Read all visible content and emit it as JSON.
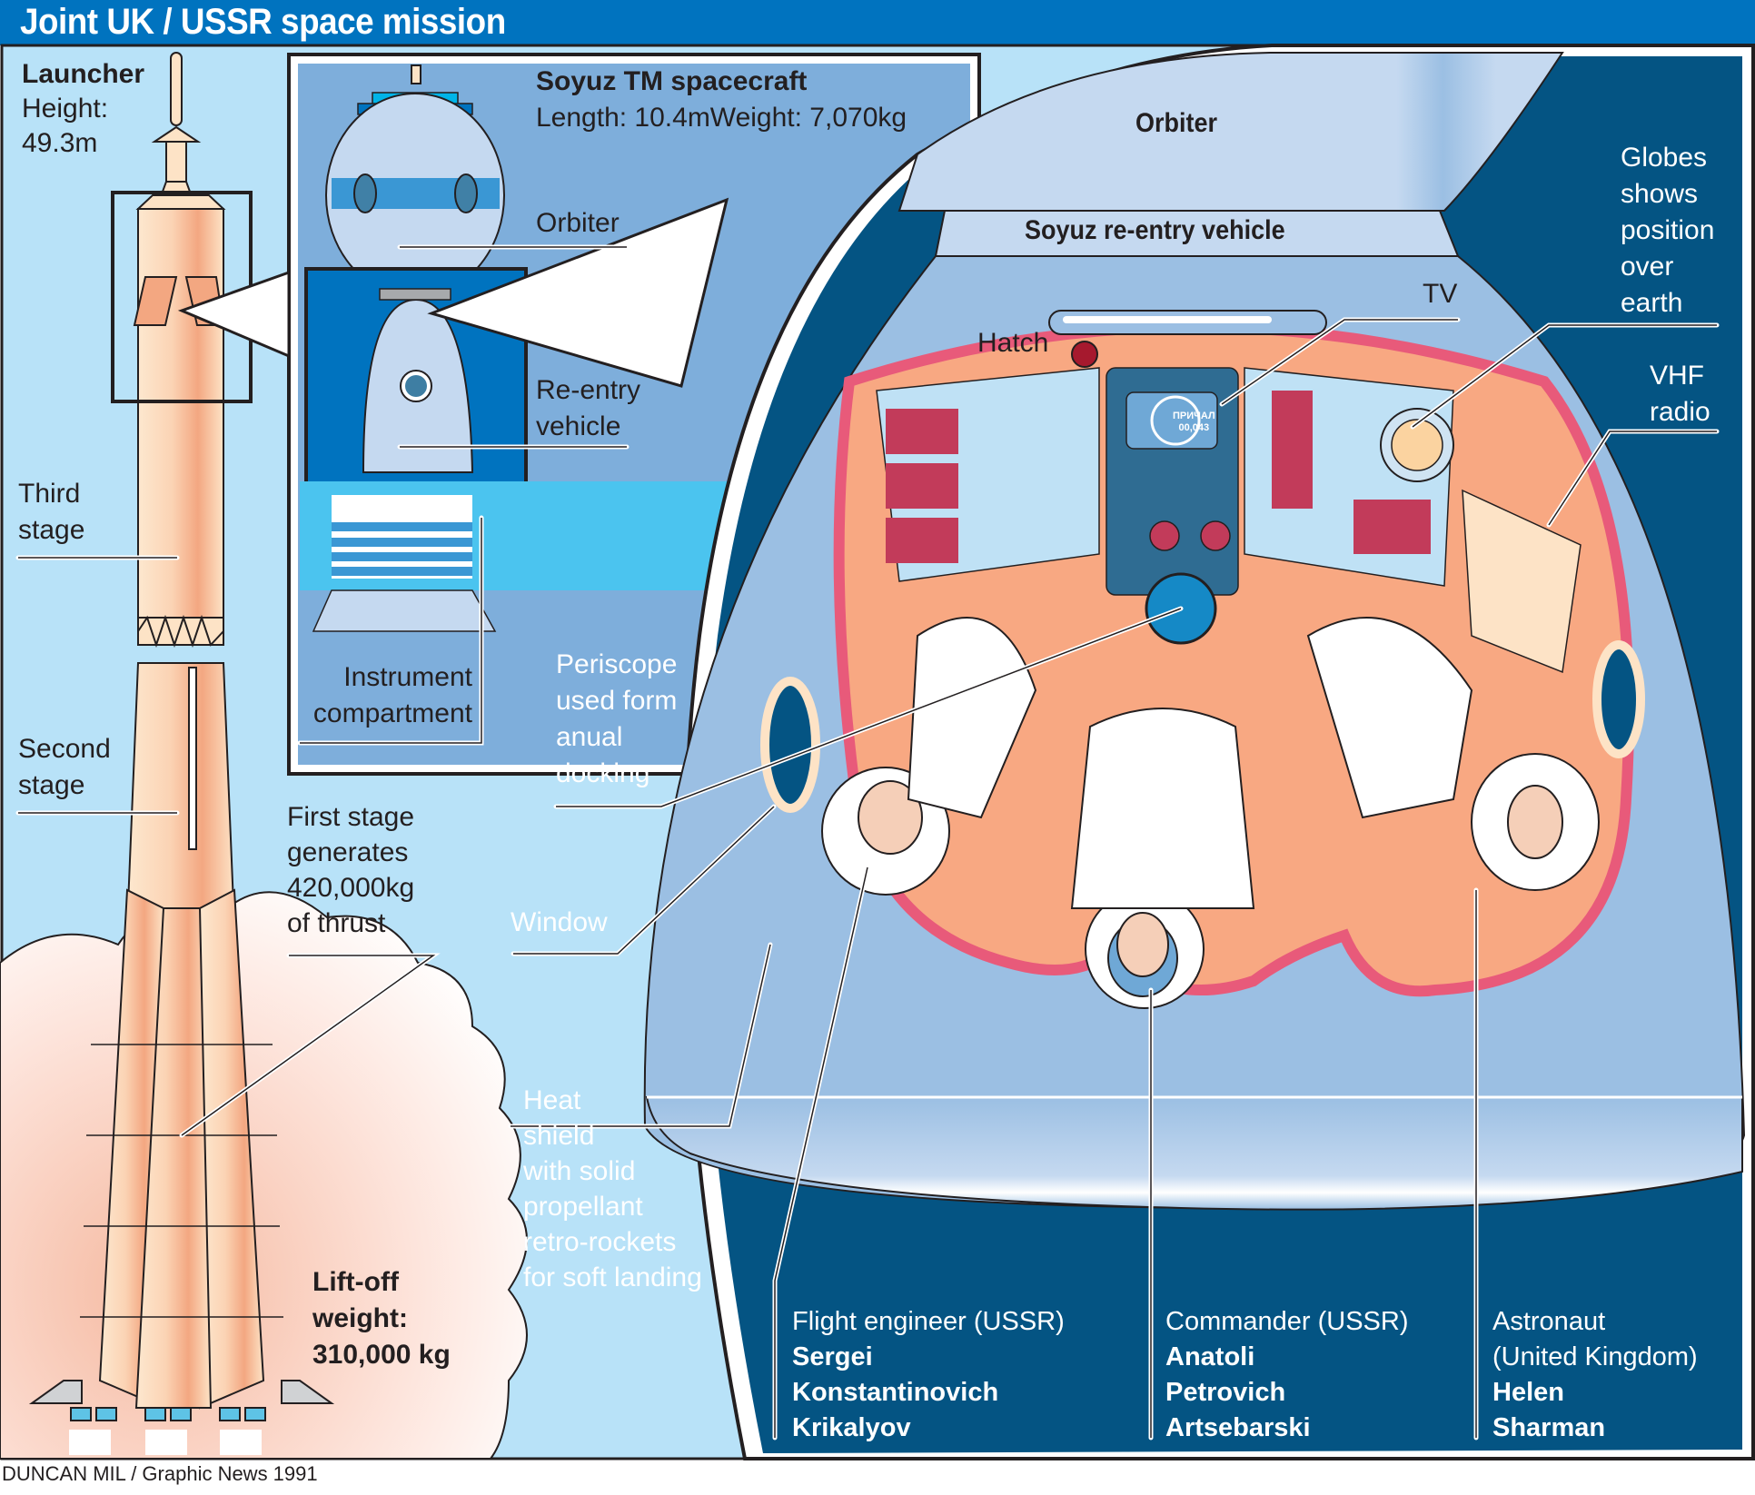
{
  "header": {
    "title": "Joint UK / USSR space mission"
  },
  "launcher": {
    "heading": "Launcher",
    "height_label": "Height:",
    "height_value": "49.3m",
    "third_stage": [
      "Third",
      "stage"
    ],
    "second_stage": [
      "Second",
      "stage"
    ],
    "first_stage": [
      "First stage",
      "generates",
      "420,000kg",
      "of thrust"
    ],
    "liftoff": [
      "Lift-off",
      "weight:",
      "310,000 kg"
    ]
  },
  "spacecraft": {
    "heading": "Soyuz TM spacecraft",
    "specs": "Length: 10.4mWeight: 7,070kg",
    "orbiter_label": "Orbiter",
    "reentry_label": [
      "Re-entry",
      "vehicle"
    ],
    "instrument_label": [
      "Instrument",
      "compartment"
    ]
  },
  "cutaway": {
    "orbiter": "Orbiter",
    "reentry_vehicle": "Soyuz re-entry vehicle",
    "tv": "TV",
    "hatch": "Hatch",
    "tv_screen": [
      "ПРИЧАЛ",
      "00,043"
    ],
    "globe": [
      "Globes",
      "shows",
      "position",
      "over",
      "earth"
    ],
    "vhf": [
      "VHF",
      "radio"
    ],
    "periscope": [
      "Periscope",
      "used form",
      "anual",
      "docking"
    ],
    "window": "Window",
    "heat_shield": [
      "Heat",
      "shield",
      "with solid",
      "propellant",
      "retro-rockets",
      "for soft landing"
    ]
  },
  "crew": [
    {
      "role": "Flight engineer (USSR)",
      "name": [
        "Sergei",
        "Konstantinovich",
        "Krikalyov"
      ]
    },
    {
      "role": "Commander (USSR)",
      "name": [
        "Anatoli",
        "Petrovich",
        "Artsebarski"
      ]
    },
    {
      "role": [
        "Astronaut",
        "(United Kingdom)"
      ],
      "name": [
        "Helen",
        "Sharman"
      ]
    }
  ],
  "credit": "DUNCAN MIL / Graphic News 1991",
  "colors": {
    "title_bg": "#0073bf",
    "sky": "#b8e2f8",
    "panel_blue": "#7eaedb",
    "navy": "#045483",
    "capsule_light": "#c5d9f0",
    "rocket_body": "#fde3c6",
    "rocket_shade": "#f3a781",
    "cabin_ring": "#e85a7a",
    "cabin_floor": "#f8a882"
  }
}
